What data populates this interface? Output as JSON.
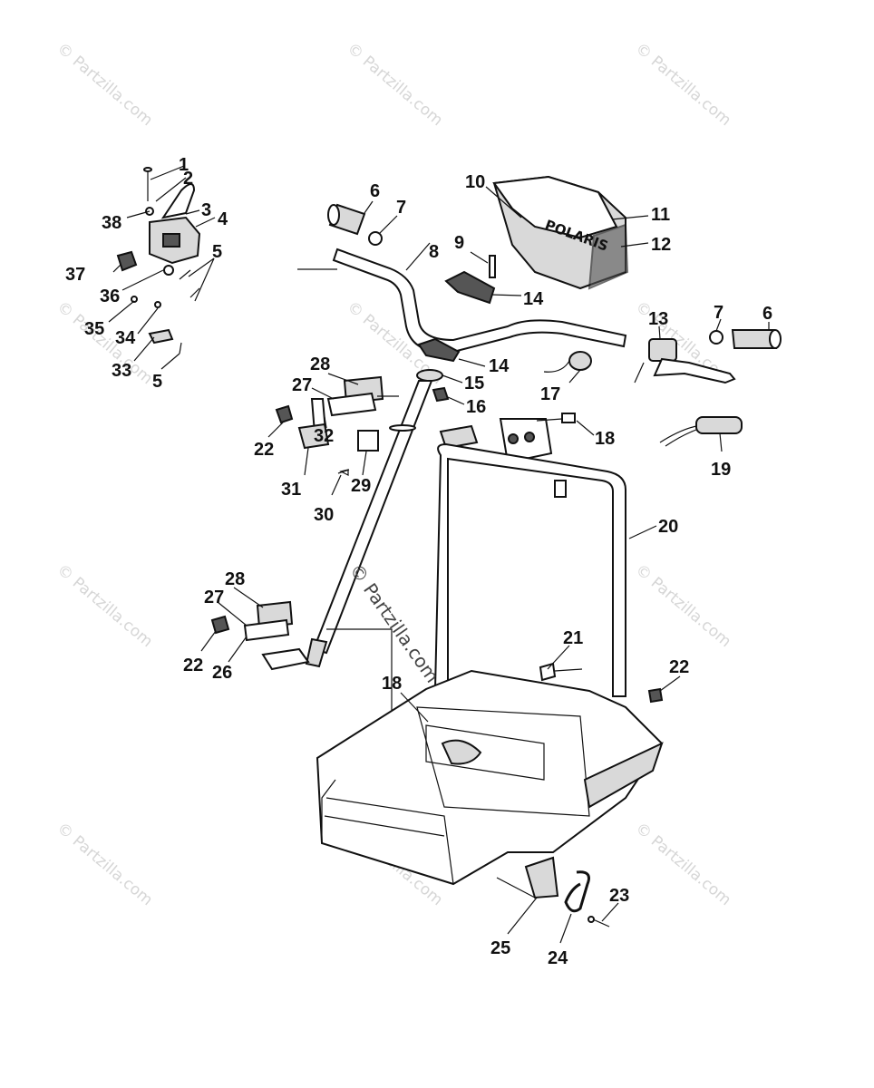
{
  "watermark": {
    "tile_text": "© Partzilla.com",
    "center_text": "© Partzilla.com"
  },
  "brand_on_hood": "POLARIS",
  "callouts": [
    {
      "id": "c1",
      "text": "1"
    },
    {
      "id": "c2",
      "text": "2"
    },
    {
      "id": "c3",
      "text": "3"
    },
    {
      "id": "c4",
      "text": "4"
    },
    {
      "id": "c5a",
      "text": "5"
    },
    {
      "id": "c5b",
      "text": "5"
    },
    {
      "id": "c6a",
      "text": "6"
    },
    {
      "id": "c6b",
      "text": "6"
    },
    {
      "id": "c7a",
      "text": "7"
    },
    {
      "id": "c7b",
      "text": "7"
    },
    {
      "id": "c8",
      "text": "8"
    },
    {
      "id": "c9",
      "text": "9"
    },
    {
      "id": "c10",
      "text": "10"
    },
    {
      "id": "c11",
      "text": "11"
    },
    {
      "id": "c12",
      "text": "12"
    },
    {
      "id": "c13",
      "text": "13"
    },
    {
      "id": "c14a",
      "text": "14"
    },
    {
      "id": "c14b",
      "text": "14"
    },
    {
      "id": "c15",
      "text": "15"
    },
    {
      "id": "c16",
      "text": "16"
    },
    {
      "id": "c17",
      "text": "17"
    },
    {
      "id": "c18a",
      "text": "18"
    },
    {
      "id": "c18b",
      "text": "18"
    },
    {
      "id": "c19",
      "text": "19"
    },
    {
      "id": "c20",
      "text": "20"
    },
    {
      "id": "c21",
      "text": "21"
    },
    {
      "id": "c22a",
      "text": "22"
    },
    {
      "id": "c22b",
      "text": "22"
    },
    {
      "id": "c22c",
      "text": "22"
    },
    {
      "id": "c23",
      "text": "23"
    },
    {
      "id": "c24",
      "text": "24"
    },
    {
      "id": "c25",
      "text": "25"
    },
    {
      "id": "c26",
      "text": "26"
    },
    {
      "id": "c27a",
      "text": "27"
    },
    {
      "id": "c27b",
      "text": "27"
    },
    {
      "id": "c28a",
      "text": "28"
    },
    {
      "id": "c28b",
      "text": "28"
    },
    {
      "id": "c29",
      "text": "29"
    },
    {
      "id": "c30",
      "text": "30"
    },
    {
      "id": "c31",
      "text": "31"
    },
    {
      "id": "c32",
      "text": "32"
    },
    {
      "id": "c33",
      "text": "33"
    },
    {
      "id": "c34",
      "text": "34"
    },
    {
      "id": "c35",
      "text": "35"
    },
    {
      "id": "c36",
      "text": "36"
    },
    {
      "id": "c37",
      "text": "37"
    },
    {
      "id": "c38",
      "text": "38"
    }
  ]
}
